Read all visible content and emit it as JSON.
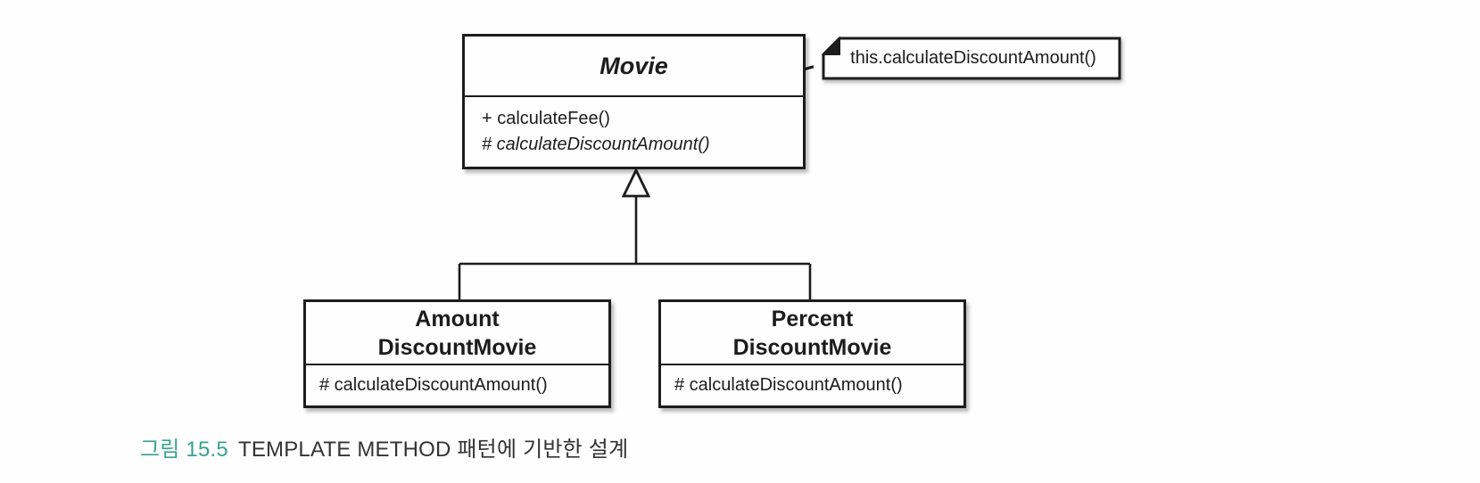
{
  "diagram": {
    "movie_class": {
      "name": "Movie",
      "method_1": "+ calculateFee()",
      "method_2": "# calculateDiscountAmount()"
    },
    "note": {
      "text": "this.calculateDiscountAmount()"
    },
    "amount_class": {
      "name_line1": "Amount",
      "name_line2": "DiscountMovie",
      "method_1": "# calculateDiscountAmount()"
    },
    "percent_class": {
      "name_line1": "Percent",
      "name_line2": "DiscountMovie",
      "method_1": "# calculateDiscountAmount()"
    },
    "colors": {
      "line_color": "#1c1c1c",
      "caption_accent": "#38a28e",
      "caption_text": "#333333",
      "background": "#fefefe"
    }
  },
  "caption": {
    "figure_label": "그림 15.5",
    "figure_text": "TEMPLATE METHOD 패턴에 기반한 설계"
  }
}
